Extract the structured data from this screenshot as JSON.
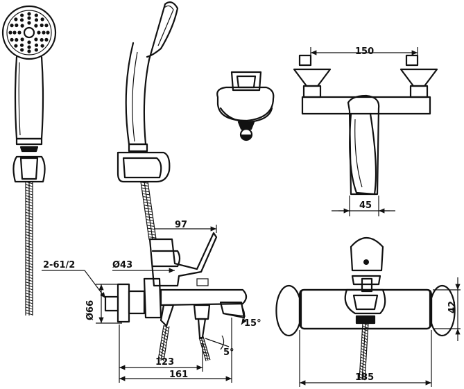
{
  "dimensions": {
    "spacing_150": "150",
    "spout_width_45": "45",
    "lever_length_97": "97",
    "body_dia_43": "Ø43",
    "thread_2_61_2": "2-61/2",
    "flange_dia_66": "Ø66",
    "spout_angle_15": "15°",
    "spout_angle_5": "5°",
    "spout_reach_123": "123",
    "depth_161": "161",
    "height_42": "42",
    "width_185": "185"
  }
}
